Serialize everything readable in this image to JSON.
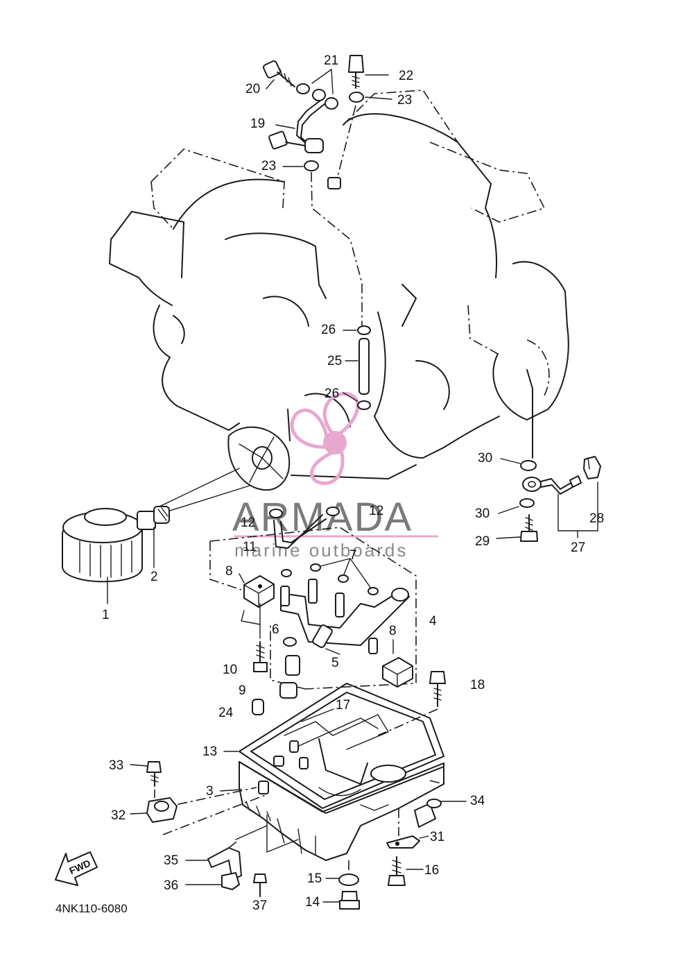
{
  "diagram_code": "4NK110-6080",
  "fwd_label": "FWD",
  "watermark": {
    "brand": "ARMADA",
    "tagline": "marine outboards",
    "accent_color": "#e8a7cf",
    "text_color": "#7a7a7a"
  },
  "callouts": {
    "c1": "1",
    "c2": "2",
    "c3": "3",
    "c4": "4",
    "c5": "5",
    "c6": "6",
    "c7": "7",
    "c8a": "8",
    "c8b": "8",
    "c9": "9",
    "c10": "10",
    "c11": "11",
    "c12a": "12",
    "c12b": "12",
    "c13": "13",
    "c14": "14",
    "c15": "15",
    "c16": "16",
    "c17": "17",
    "c18": "18",
    "c19": "19",
    "c20": "20",
    "c21": "21",
    "c22": "22",
    "c23a": "23",
    "c23b": "23",
    "c24": "24",
    "c25": "25",
    "c26a": "26",
    "c26b": "26",
    "c27": "27",
    "c28": "28",
    "c29": "29",
    "c30a": "30",
    "c30b": "30",
    "c31": "31",
    "c32": "32",
    "c33": "33",
    "c34": "34",
    "c35": "35",
    "c36": "36",
    "c37": "37"
  }
}
